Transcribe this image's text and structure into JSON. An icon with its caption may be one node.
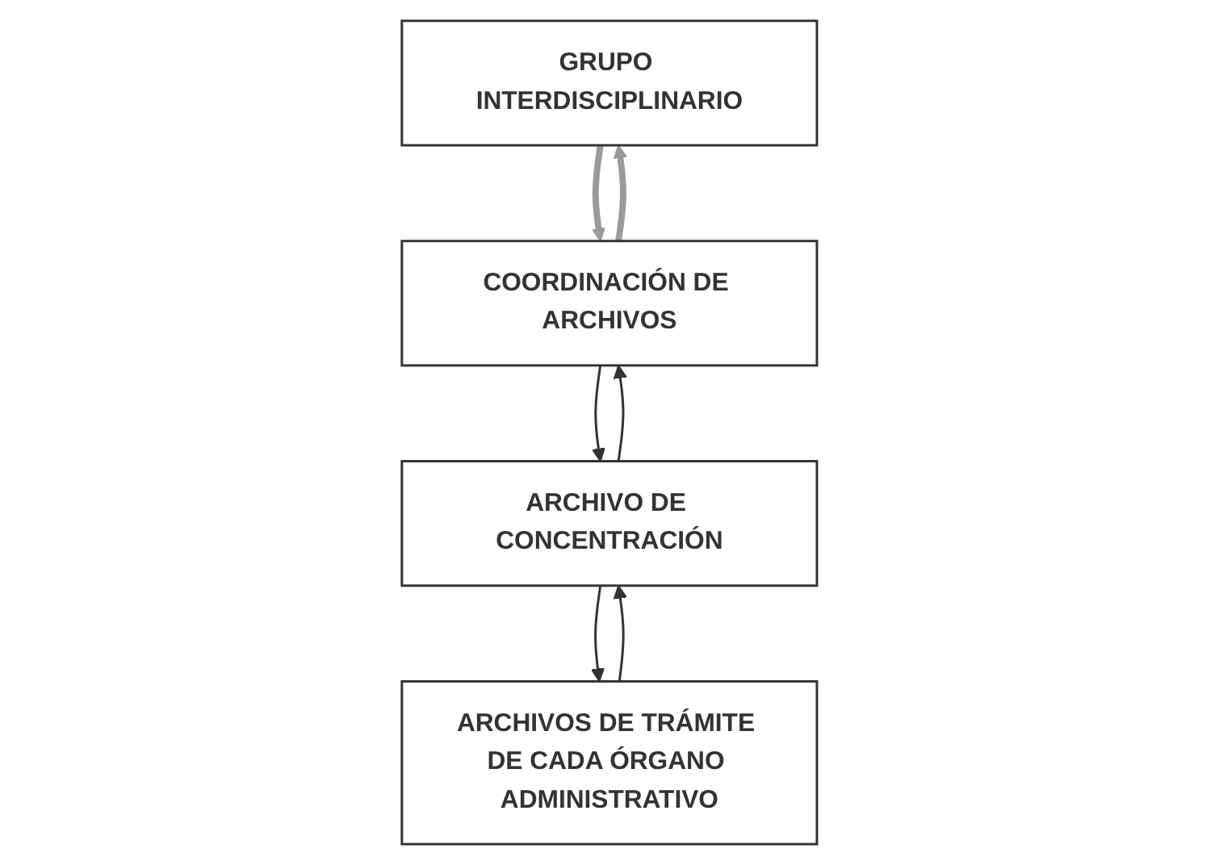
{
  "diagram": {
    "nodes": [
      {
        "text": [
          "GRUPO INTERDISCIPLINARIO"
        ]
      },
      {
        "text": [
          "COORDINACIÓN DE ARCHIVOS"
        ]
      },
      {
        "text": [
          "ARCHIVO DE CONCENTRACIÓN"
        ]
      },
      {
        "text": [
          "ARCHIVOS DE TRÁMITE DE CADA ÓRGANO ADMINISTRATIVO"
        ]
      }
    ],
    "edges": [
      {
        "from": 0,
        "to": 1,
        "arrow": "to",
        "style": "thick",
        "color": "#9a9a9a"
      },
      {
        "from": 1,
        "to": 0,
        "arrow": "to",
        "style": "thick",
        "color": "#9a9a9a"
      },
      {
        "from": 2,
        "to": 1,
        "arrow": "to"
      },
      {
        "from": 1,
        "to": 2,
        "arrow": "to"
      },
      {
        "from": 3,
        "to": 2,
        "arrow": "to"
      },
      {
        "from": 2,
        "to": 3,
        "arrow": "to"
      }
    ]
  }
}
